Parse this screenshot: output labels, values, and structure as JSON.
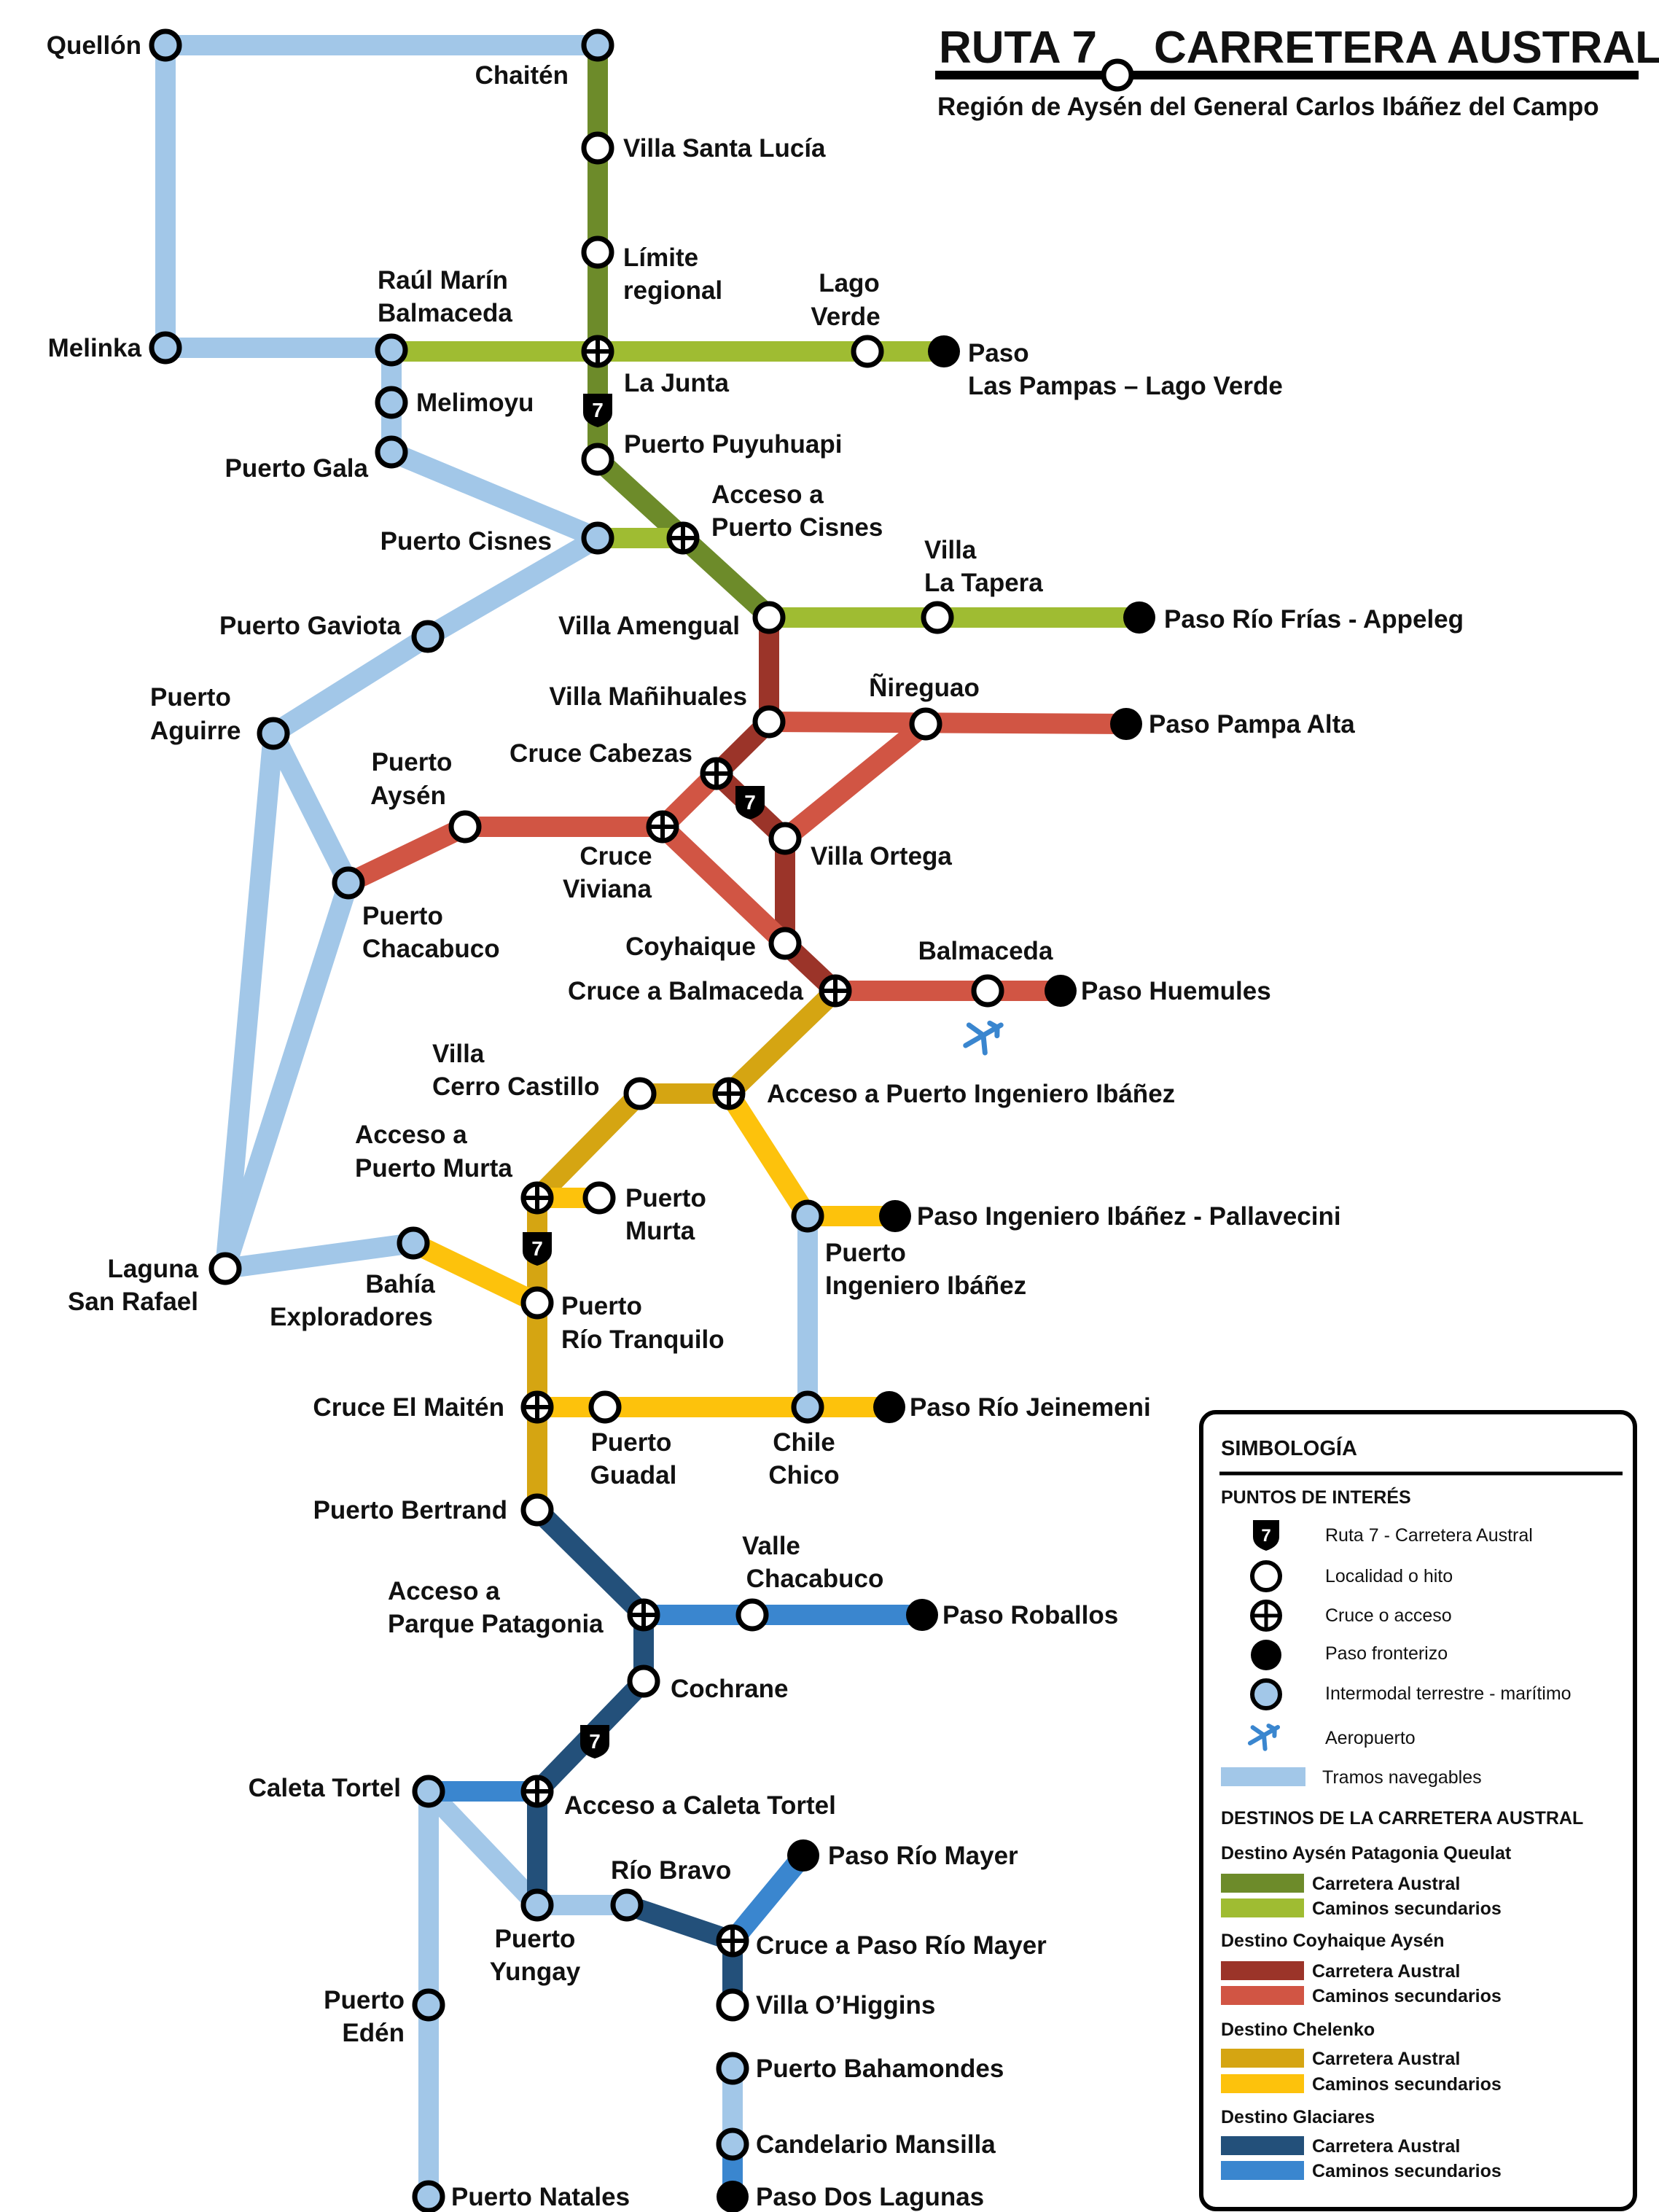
{
  "title": {
    "route": "RUTA 7",
    "name": "CARRETERA AUSTRAL",
    "region": "Región de Aysén del General Carlos Ibáñez del Campo"
  },
  "colors": {
    "queulat_main": "#6d8b2a",
    "queulat_secondary": "#9fbc32",
    "coyhaique_main": "#9b3429",
    "coyhaique_secondary": "#d15544",
    "chelenko_main": "#d5a512",
    "chelenko_secondary": "#fdc20c",
    "glaciares_main": "#23507a",
    "glaciares_secondary": "#3a86cf",
    "navigable": "#a2c7e8",
    "black": "#111111"
  },
  "stations": {
    "quellon": "Quellón",
    "chaiten": "Chaitén",
    "villa_santa_lucia": "Villa Santa Lucía",
    "limite_regional": "Límite regional",
    "lago_verde": "Lago Verde",
    "paso_las_pampas": "Paso Las Pampas – Lago Verde",
    "raul_marin": "Raúl Marín Balmaceda",
    "melinka": "Melinka",
    "la_junta": "La Junta",
    "melimoyu": "Melimoyu",
    "puerto_puyuhuapi": "Puerto Puyuhuapi",
    "puerto_gala": "Puerto Gala",
    "acceso_puerto_cisnes": "Acceso a Puerto Cisnes",
    "puerto_cisnes": "Puerto Cisnes",
    "villa_la_tapera": "Villa La Tapera",
    "villa_amengual": "Villa Amengual",
    "paso_rio_frias": "Paso Río Frías - Appeleg",
    "puerto_gaviota": "Puerto Gaviota",
    "nireguao": "Ñireguao",
    "villa_manihuales": "Villa Mañihuales",
    "paso_pampa_alta": "Paso Pampa Alta",
    "puerto_aguirre": "Puerto Aguirre",
    "cruce_cabezas": "Cruce Cabezas",
    "puerto_aysen": "Puerto Aysén",
    "villa_ortega": "Villa Ortega",
    "cruce_viviana": "Cruce Viviana",
    "puerto_chacabuco": "Puerto Chacabuco",
    "coyhaique": "Coyhaique",
    "balmaceda": "Balmaceda",
    "cruce_a_balmaceda": "Cruce a Balmaceda",
    "paso_huemules": "Paso Huemules",
    "villa_cerro_castillo": "Villa Cerro Castillo",
    "acceso_puerto_ibanez": "Acceso a Puerto Ingeniero Ibáñez",
    "acceso_puerto_murta": "Acceso a Puerto Murta",
    "puerto_murta": "Puerto Murta",
    "paso_ibanez_pallavecini": "Paso Ingeniero Ibáñez - Pallavecini",
    "puerto_ingeniero_ibanez": "Puerto Ingeniero Ibáñez",
    "laguna_san_rafael": "Laguna San Rafael",
    "bahia_exploradores": "Bahía Exploradores",
    "puerto_rio_tranquilo": "Puerto Río Tranquilo",
    "cruce_el_maiten": "Cruce El Maitén",
    "puerto_guadal": "Puerto Guadal",
    "chile_chico": "Chile Chico",
    "paso_rio_jeinemeni": "Paso Río Jeinemeni",
    "puerto_bertrand": "Puerto Bertrand",
    "valle_chacabuco": "Valle Chacabuco",
    "acceso_parque_patagonia": "Acceso a Parque Patagonia",
    "paso_roballos": "Paso Roballos",
    "cochrane": "Cochrane",
    "caleta_tortel": "Caleta Tortel",
    "acceso_caleta_tortel": "Acceso a Caleta Tortel",
    "paso_rio_mayer": "Paso Río Mayer",
    "rio_bravo": "Río Bravo",
    "puerto_yungay": "Puerto Yungay",
    "cruce_paso_rio_mayer": "Cruce a Paso Río Mayer",
    "puerto_eden": "Puerto Edén",
    "villa_ohiggins": "Villa O’Higgins",
    "puerto_bahamondes": "Puerto Bahamondes",
    "candelario_mansilla": "Candelario Mansilla",
    "puerto_natales": "Puerto Natales",
    "paso_dos_lagunas": "Paso Dos Lagunas"
  },
  "route_shield_number": "7",
  "legend": {
    "title": "SIMBOLOGÍA",
    "points_title": "PUNTOS DE INTERÉS",
    "points": {
      "ruta7": "Ruta 7 - Carretera Austral",
      "localidad": "Localidad o hito",
      "cruce": "Cruce o acceso",
      "paso": "Paso fronterizo",
      "intermodal": "Intermodal terrestre - marítimo",
      "aeropuerto": "Aeropuerto",
      "navegables": "Tramos navegables"
    },
    "destinations_title": "DESTINOS DE LA CARRETERA AUSTRAL",
    "destinations": [
      {
        "name": "Destino Aysén Patagonia Queulat",
        "main": "Carretera Austral",
        "secondary": "Caminos secundarios"
      },
      {
        "name": "Destino Coyhaique Aysén",
        "main": "Carretera Austral",
        "secondary": "Caminos secundarios"
      },
      {
        "name": "Destino Chelenko",
        "main": "Carretera Austral",
        "secondary": "Caminos secundarios"
      },
      {
        "name": "Destino Glaciares",
        "main": "Carretera Austral",
        "secondary": "Caminos secundarios"
      }
    ]
  }
}
